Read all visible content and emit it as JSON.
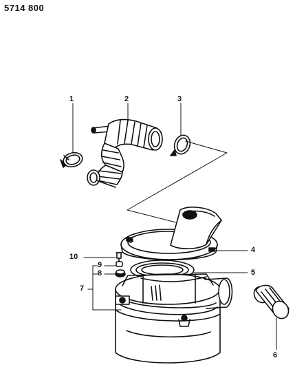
{
  "drawing_code": "5714  800",
  "callouts": [
    {
      "id": "c1",
      "text": "1"
    },
    {
      "id": "c2",
      "text": "2"
    },
    {
      "id": "c3",
      "text": "3"
    },
    {
      "id": "c4",
      "text": "4"
    },
    {
      "id": "c5",
      "text": "5"
    },
    {
      "id": "c6",
      "text": "6"
    },
    {
      "id": "c7",
      "text": "7"
    },
    {
      "id": "c8",
      "text": "8"
    },
    {
      "id": "c9",
      "text": "9"
    },
    {
      "id": "c10",
      "text": "10"
    }
  ]
}
